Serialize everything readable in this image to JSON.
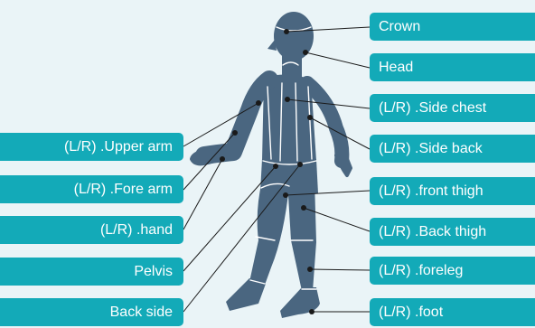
{
  "colors": {
    "background": "#eaf4f7",
    "label_fill": "#13aab8",
    "label_text": "#ffffff",
    "figure_fill": "#4a6680",
    "seam_lines": "#ffffff",
    "leader_lines": "#1a1a1a",
    "marker_dots": "#1a1a1a"
  },
  "labels": {
    "left": [
      {
        "id": "upper-arm",
        "text": "(L/R) .Upper arm"
      },
      {
        "id": "fore-arm",
        "text": "(L/R) .Fore arm"
      },
      {
        "id": "hand",
        "text": "(L/R) .hand"
      },
      {
        "id": "pelvis",
        "text": "Pelvis"
      },
      {
        "id": "back-side",
        "text": "Back side"
      }
    ],
    "right": [
      {
        "id": "crown",
        "text": "Crown"
      },
      {
        "id": "head",
        "text": "Head"
      },
      {
        "id": "side-chest",
        "text": "(L/R) .Side chest"
      },
      {
        "id": "side-back",
        "text": "(L/R) .Side back"
      },
      {
        "id": "front-thigh",
        "text": "(L/R) .front thigh"
      },
      {
        "id": "back-thigh",
        "text": "(L/R) .Back thigh"
      },
      {
        "id": "foreleg",
        "text": "(L/R) .foreleg"
      },
      {
        "id": "foot",
        "text": "(L/R) .foot"
      }
    ]
  }
}
